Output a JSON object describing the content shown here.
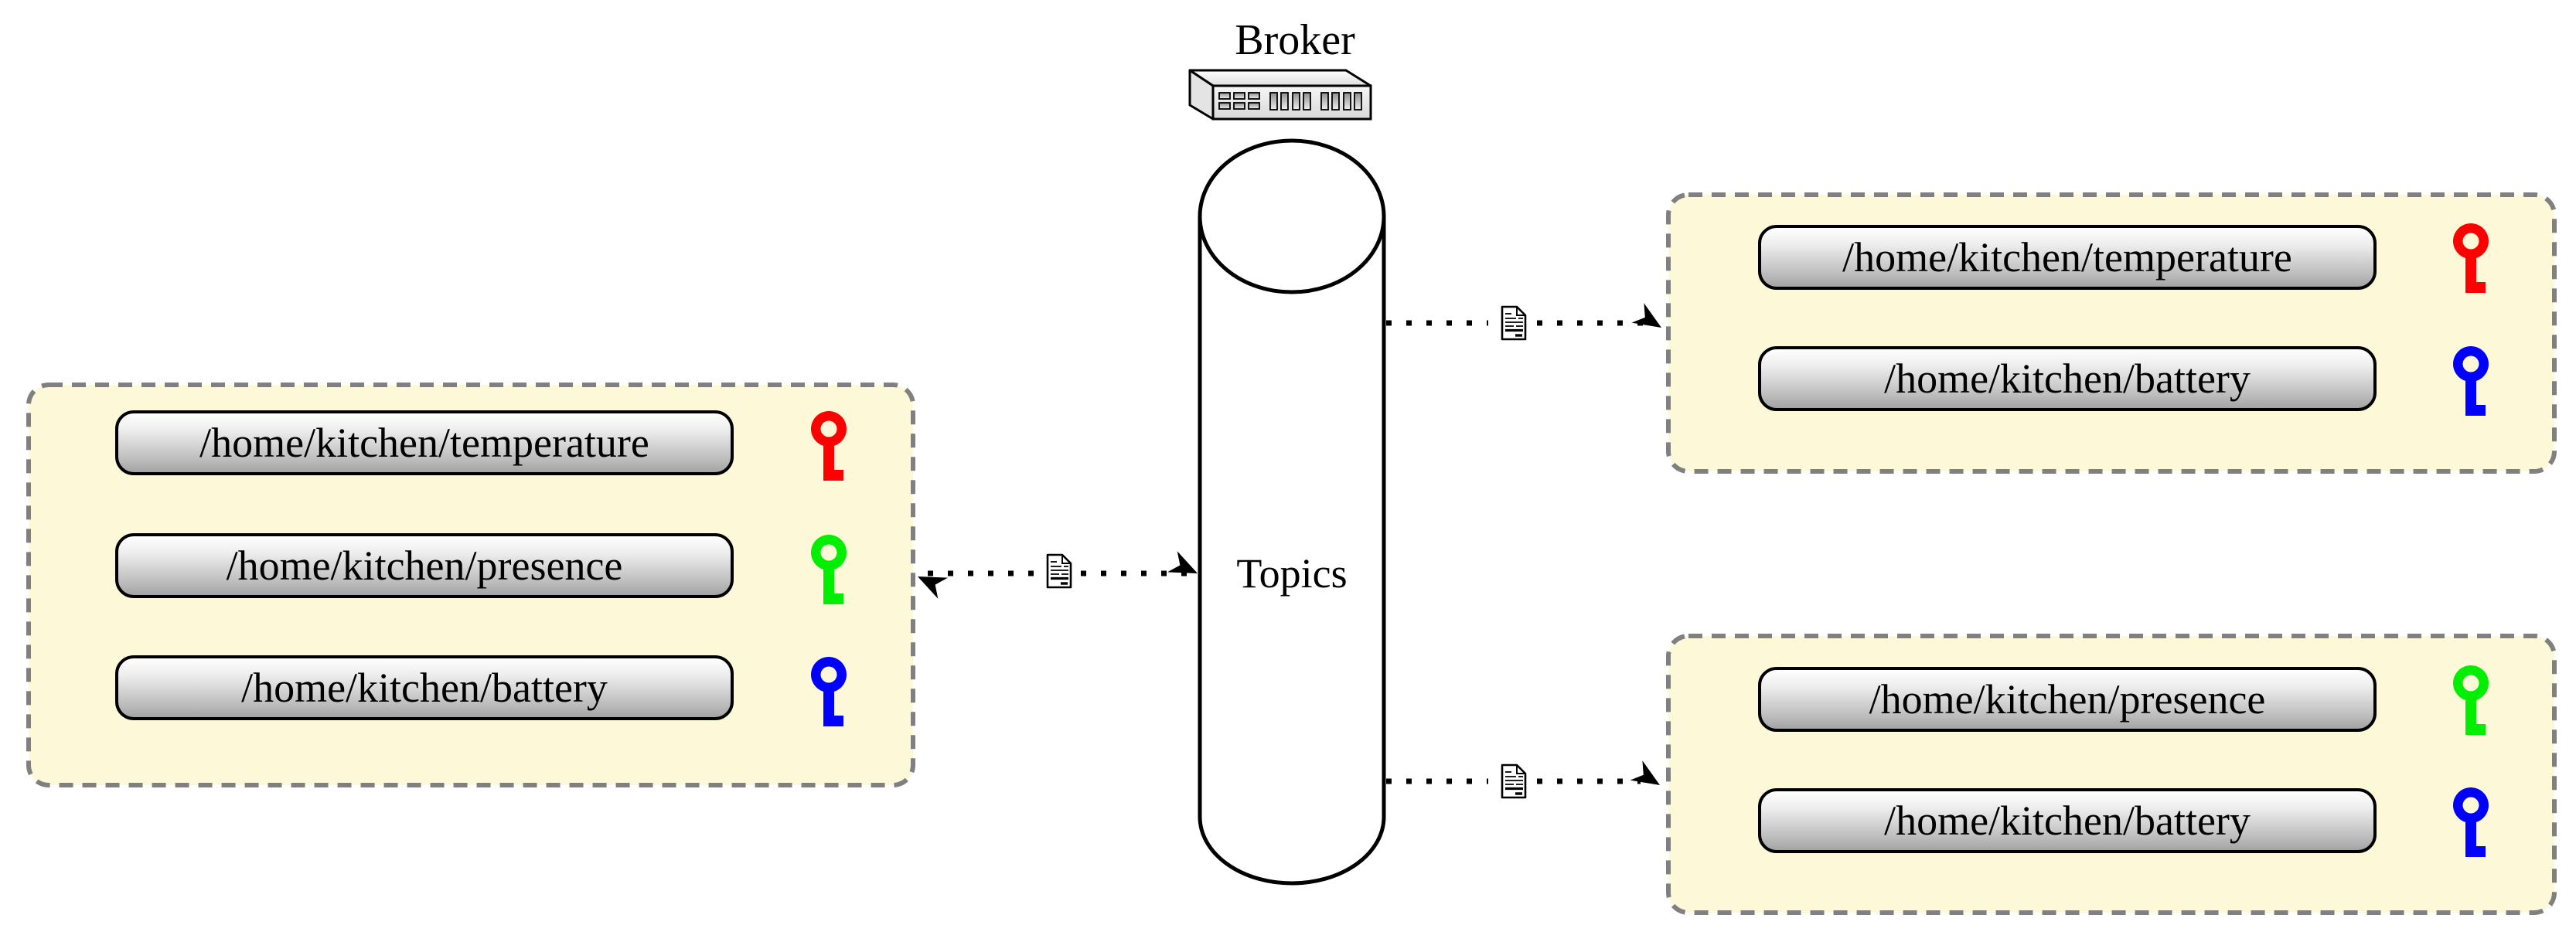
{
  "broker": {
    "label": "Broker",
    "topics_label": "Topics"
  },
  "publisher": {
    "role": "publisher-client",
    "topics": [
      {
        "label": "/home/kitchen/temperature",
        "key": "red-key",
        "key_color": "#ff0000"
      },
      {
        "label": "/home/kitchen/presence",
        "key": "green-key",
        "key_color": "#00ee00"
      },
      {
        "label": "/home/kitchen/battery",
        "key": "blue-key",
        "key_color": "#0000ff"
      }
    ]
  },
  "subscriber_top": {
    "role": "subscriber-client",
    "topics": [
      {
        "label": "/home/kitchen/temperature",
        "key": "red-key",
        "key_color": "#ff0000"
      },
      {
        "label": "/home/kitchen/battery",
        "key": "blue-key",
        "key_color": "#0000ff"
      }
    ]
  },
  "subscriber_bottom": {
    "role": "subscriber-client",
    "topics": [
      {
        "label": "/home/kitchen/presence",
        "key": "green-key",
        "key_color": "#00ee00"
      },
      {
        "label": "/home/kitchen/battery",
        "key": "blue-key",
        "key_color": "#0000ff"
      }
    ]
  },
  "colors": {
    "group_fill": "#fcf8d8",
    "group_border": "#808080",
    "line": "#000000"
  }
}
